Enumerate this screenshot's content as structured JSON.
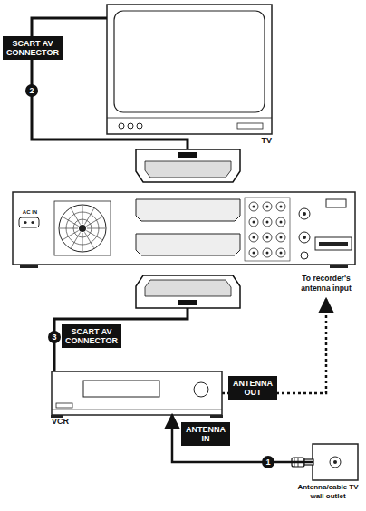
{
  "diagram": {
    "nodes": [
      {
        "text": [
          "SCART AV CONNECTOR"
        ]
      },
      {
        "text": [
          "TV"
        ]
      },
      {
        "text": [
          "SCART AV CONNECTOR"
        ]
      },
      {
        "text": [
          "ANTENNA OUT"
        ]
      },
      {
        "text": [
          "VCR"
        ]
      },
      {
        "text": [
          "ANTENNA IN"
        ]
      },
      {
        "text": [
          "Antenna/cable TV wall outlet"
        ]
      }
    ],
    "edges": [
      {
        "from": 6,
        "to": 4,
        "arrow": "to"
      }
    ],
    "labels": [
      "2",
      "AC IN",
      "To recorder's antenna input",
      "3",
      "1"
    ]
  }
}
